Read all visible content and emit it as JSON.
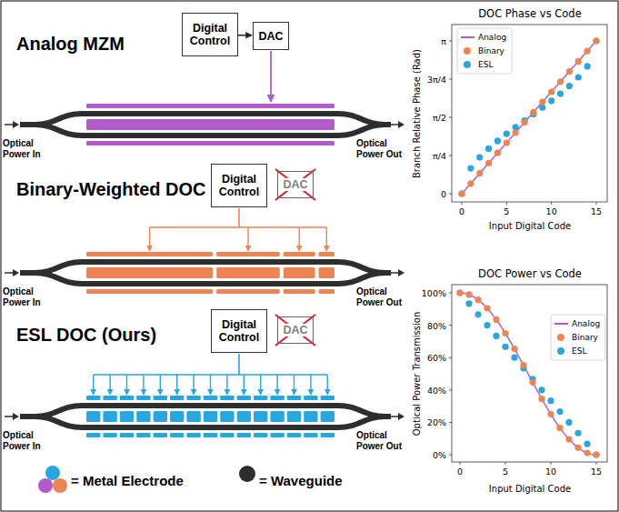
{
  "diagram": {
    "nodes": [
      {
        "text": [
          "Digital Control"
        ]
      },
      {
        "text": [
          "DAC"
        ]
      },
      {
        "text": [
          "Digital Control"
        ]
      },
      {
        "text": [
          "DAC"
        ]
      },
      {
        "text": [
          "Digital Control"
        ]
      },
      {
        "text": [
          "DAC"
        ]
      }
    ],
    "edges": [
      {
        "from": 0,
        "to": 1,
        "arrow": "to"
      }
    ],
    "labels": [
      "Analog MZM",
      "Optical Power In",
      "Optical Power Out",
      "Binary-Weighted DOC",
      "Optical Power In",
      "Optical Power Out",
      "ESL DOC (Ours)",
      "Optical Power In",
      "Optical Power Out",
      "DOC Phase vs Code",
      "Branch Relative Phase (Rad)",
      "Input Digital Code",
      "0",
      "π/4",
      "π/2",
      "3π/4",
      "π",
      "0",
      "5",
      "10",
      "15",
      "DOC Power vs Code",
      "Optical Power Transmission",
      "Input Digital Code",
      "0%",
      "20%",
      "40%",
      "60%",
      "80%",
      "100%",
      "0",
      "5",
      "10",
      "15"
    ],
    "legend": [
      {
        "text": "Analog"
      },
      {
        "text": "Binary",
        "color": "#ee8452"
      },
      {
        "text": "ESL",
        "color": "#27a6e0"
      },
      {
        "text": "Analog"
      },
      {
        "text": "Binary",
        "color": "#ee8452"
      },
      {
        "text": "ESL",
        "color": "#27a6e0"
      },
      {
        "text": "= Metal Electrode"
      },
      {
        "text": "= Waveguide",
        "color": "#2e2e2e"
      }
    ]
  }
}
